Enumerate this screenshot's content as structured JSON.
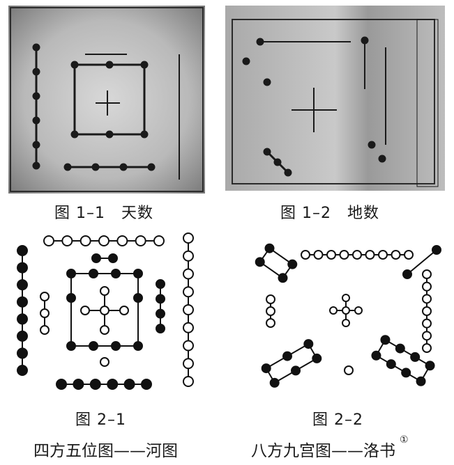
{
  "figures": {
    "fig_1_1": {
      "caption": "图 1–1　天数"
    },
    "fig_1_2": {
      "caption": "图 1–2　地数"
    },
    "fig_2_1": {
      "caption": "图 2–1"
    },
    "fig_2_2": {
      "caption": "图 2–2"
    }
  },
  "titles": {
    "hetu": "四方五位图——河图",
    "luoshu": "八方九宫图——洛书",
    "footnote_mark": "①"
  },
  "diagrams": {
    "hetu": {
      "north": {
        "count": 6,
        "filled": true
      },
      "south": {
        "count": 7,
        "filled": false
      },
      "west": {
        "count": 8,
        "filled": true
      },
      "east": {
        "count": 9,
        "filled": false
      },
      "inner_north": {
        "count": 1,
        "filled": false
      },
      "inner_south": {
        "count": 2,
        "filled": true
      },
      "inner_west": {
        "count": 3,
        "filled": false
      },
      "inner_east": {
        "count": 4,
        "filled": true
      },
      "center": {
        "count": 5,
        "filled": false
      },
      "center_ring": {
        "count": 10,
        "filled": true
      }
    },
    "luoshu": {
      "north": {
        "count": 1,
        "filled": false
      },
      "south": {
        "count": 9,
        "filled": false
      },
      "west": {
        "count": 3,
        "filled": false
      },
      "east": {
        "count": 7,
        "filled": false
      },
      "southwest": {
        "count": 2,
        "filled": true
      },
      "southeast": {
        "count": 4,
        "filled": true
      },
      "northwest": {
        "count": 6,
        "filled": true
      },
      "northeast": {
        "count": 8,
        "filled": true
      },
      "center": {
        "count": 5,
        "filled": false
      }
    }
  },
  "colors": {
    "ink": "#111111",
    "paper_light": "#dcdcdc",
    "paper_dark": "#8e8e8e"
  }
}
